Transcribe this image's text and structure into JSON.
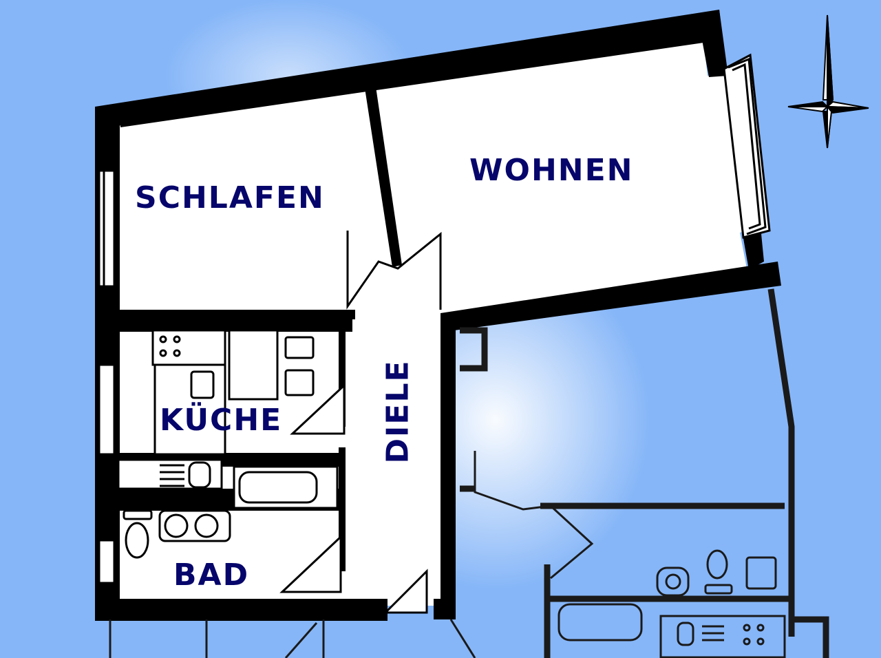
{
  "plan": {
    "background_color": "#86b6f8",
    "label_color": "#05056b",
    "wall_color": "#000000",
    "rooms": [
      {
        "id": "schlafen",
        "label": "SCHLAFEN"
      },
      {
        "id": "wohnen",
        "label": "WOHNEN"
      },
      {
        "id": "kueche",
        "label": "KÜCHE"
      },
      {
        "id": "diele",
        "label": "DIELE"
      },
      {
        "id": "bad",
        "label": "BAD"
      }
    ],
    "compass": {
      "icon": "compass-rose-icon",
      "orientation": "north-up"
    }
  }
}
